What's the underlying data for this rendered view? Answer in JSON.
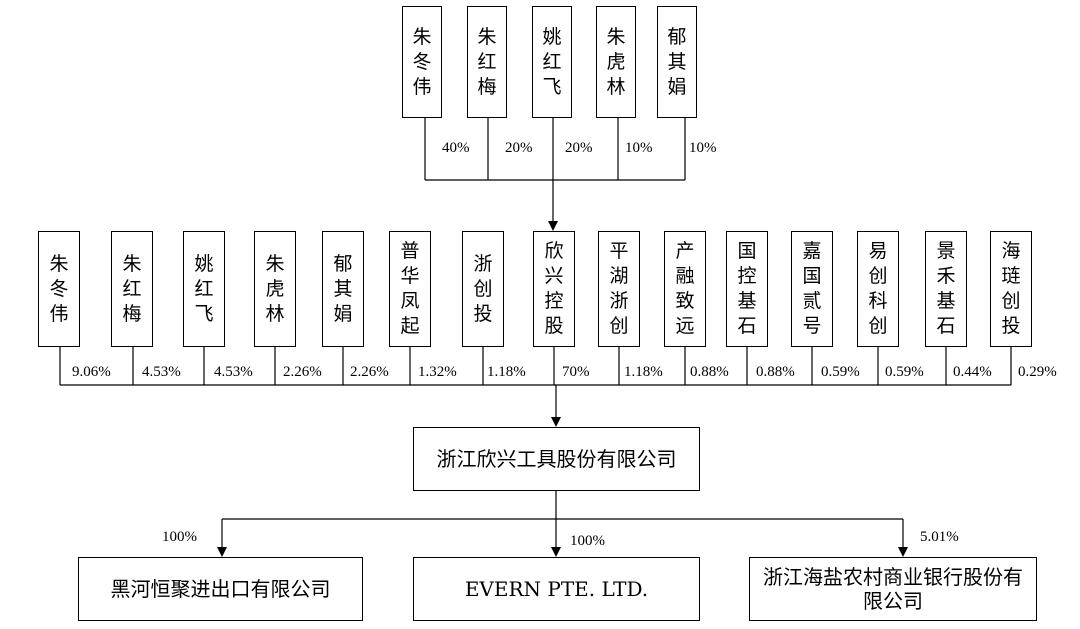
{
  "colors": {
    "line": "#000000",
    "background": "#ffffff"
  },
  "top_shareholders": [
    {
      "name": "朱冬伟",
      "pct": "40%"
    },
    {
      "name": "朱红梅",
      "pct": "20%"
    },
    {
      "name": "姚红飞",
      "pct": "20%"
    },
    {
      "name": "朱虎林",
      "pct": "10%"
    },
    {
      "name": "郁其娟",
      "pct": "10%"
    }
  ],
  "mid_shareholders": [
    {
      "name": "朱冬伟",
      "pct": "9.06%"
    },
    {
      "name": "朱红梅",
      "pct": "4.53%"
    },
    {
      "name": "姚红飞",
      "pct": "4.53%"
    },
    {
      "name": "朱虎林",
      "pct": "2.26%"
    },
    {
      "name": "郁其娟",
      "pct": "2.26%"
    },
    {
      "name": "普华凤起",
      "pct": "1.32%"
    },
    {
      "name": "浙创投",
      "pct": "1.18%"
    },
    {
      "name": "欣兴控股",
      "pct": "70%"
    },
    {
      "name": "平湖浙创",
      "pct": "1.18%"
    },
    {
      "name": "产融致远",
      "pct": "0.88%"
    },
    {
      "name": "国控基石",
      "pct": "0.88%"
    },
    {
      "name": "嘉国贰号",
      "pct": "0.59%"
    },
    {
      "name": "易创科创",
      "pct": "0.59%"
    },
    {
      "name": "景禾基石",
      "pct": "0.44%"
    },
    {
      "name": "海琏创投",
      "pct": "0.29%"
    }
  ],
  "company": {
    "name": "浙江欣兴工具股份有限公司"
  },
  "subsidiaries": [
    {
      "name": "黑河恒聚进出口有限公司",
      "pct": "100%"
    },
    {
      "name": "EVERN PTE. LTD.",
      "pct": "100%"
    },
    {
      "name": "浙江海盐农村商业银行股份有限公司",
      "pct": "5.01%"
    }
  ]
}
